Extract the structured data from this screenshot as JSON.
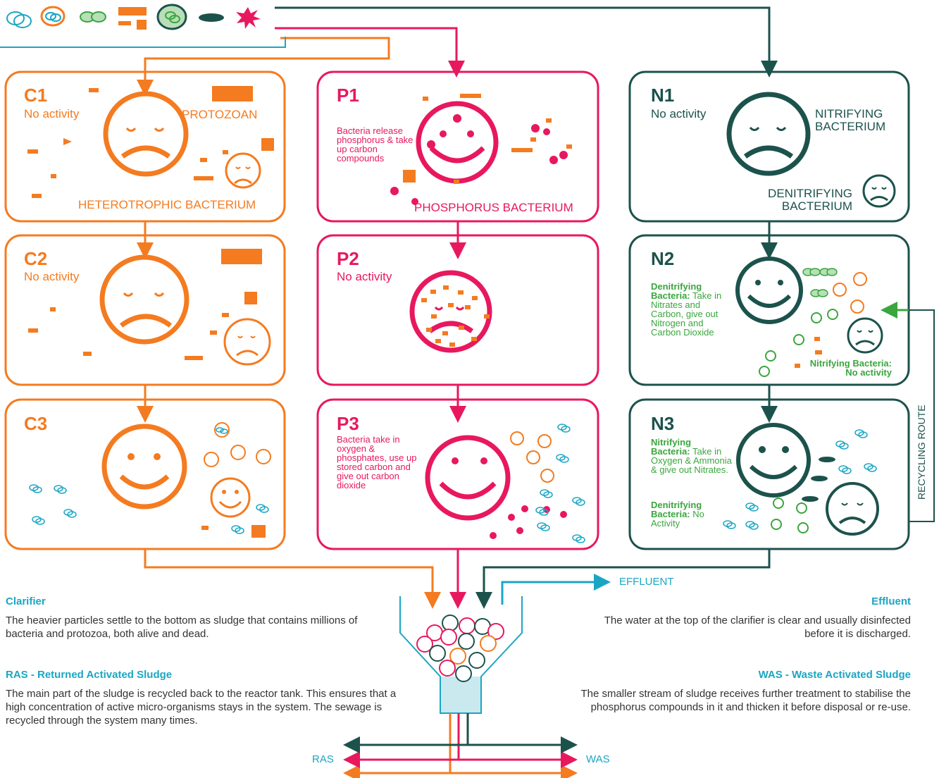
{
  "colors": {
    "orange": "#f47b20",
    "pink": "#e8185e",
    "teal": "#1c524c",
    "green": "#3aa63e",
    "cyan": "#1aa6c3",
    "grey": "#333333"
  },
  "panels": {
    "c1": {
      "id": "C1",
      "note": "No activity",
      "label_top": "PROTOZOAN",
      "label_bottom": "HETEROTROPHIC BACTERIUM"
    },
    "c2": {
      "id": "C2",
      "note": "No activity"
    },
    "c3": {
      "id": "C3"
    },
    "p1": {
      "id": "P1",
      "note": "Bacteria release phosphorus & take up carbon compounds",
      "label_bottom": "PHOSPHORUS BACTERIUM"
    },
    "p2": {
      "id": "P2",
      "note": "No activity"
    },
    "p3": {
      "id": "P3",
      "note": "Bacteria take in oxygen & phosphates, use up stored carbon and give out carbon dioxide"
    },
    "n1": {
      "id": "N1",
      "note": "No activity",
      "label_top": "NITRIFYING BACTERIUM",
      "label_bottom": "DENITRIFYING BACTERIUM"
    },
    "n2": {
      "id": "N2",
      "denit_bold": "Denitrifying Bacteria:",
      "denit_text": "Take in Nitrates and Carbon, give out Nitrogen and Carbon Dioxide",
      "nitr_bold": "Nitrifying Bacteria:",
      "nitr_text": "No activity"
    },
    "n3": {
      "id": "N3",
      "nitr_bold": "Nitrifying Bacteria:",
      "nitr_text": "Take in Oxygen & Ammonia & give out Nitrates.",
      "denit_bold": "Denitrifying Bacteria:",
      "denit_text": "No Activity"
    }
  },
  "flow": {
    "effluent": "EFFLUENT",
    "recycling": "RECYCLING ROUTE",
    "ras": "RAS",
    "was": "WAS"
  },
  "sections": {
    "clarifier": {
      "title": "Clarifier",
      "text": "The heavier particles settle to the bottom as sludge that contains millions of bacteria and protozoa, both alive and dead."
    },
    "ras": {
      "title": "RAS - Returned Activated Sludge",
      "text": "The main part of the sludge is recycled back to the reactor tank. This ensures that a high concentration of active micro-organisms stays in the system. The sewage is recycled through the system many times."
    },
    "effluent": {
      "title": "Effluent",
      "text": "The water at the top of the clarifier is clear and usually disinfected before it is discharged."
    },
    "was": {
      "title": "WAS - Waste Activated Sludge",
      "text": "The smaller stream of sludge receives further treatment to stabilise the phosphorus compounds in it and thicken it before disposal or re-use."
    }
  }
}
